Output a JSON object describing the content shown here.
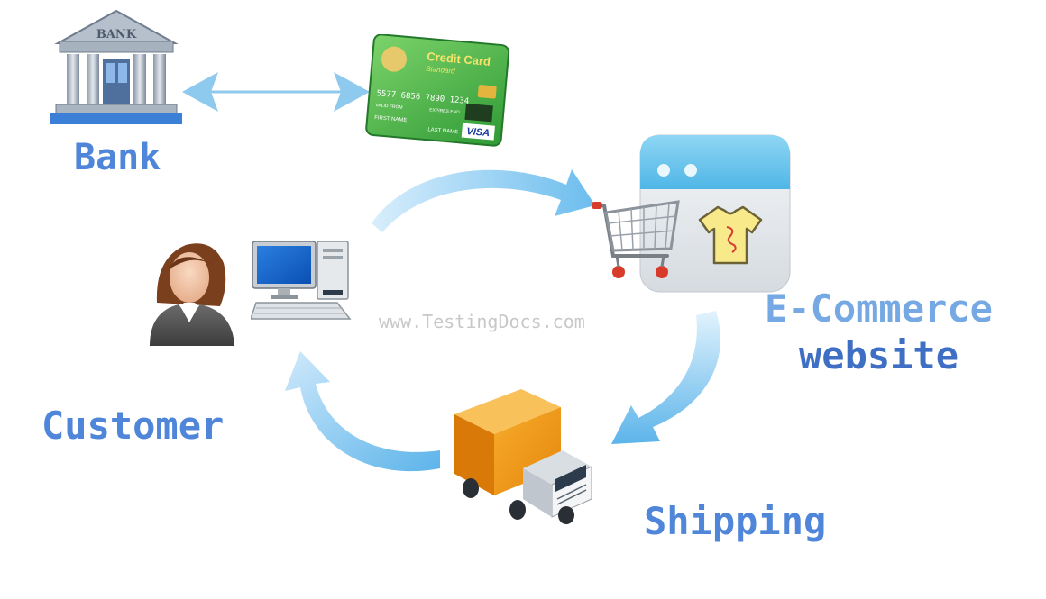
{
  "labels": {
    "bank": "Bank",
    "ecommerce_line1": "E-Commerce",
    "ecommerce_line2": "website",
    "customer": "Customer",
    "shipping": "Shipping"
  },
  "watermark": "www.TestingDocs.com",
  "bank_sign": "BANK",
  "credit_card": {
    "title": "Credit Card",
    "subtitle": "Standard",
    "number": "5577 6856 7890 1234",
    "valid_from_label": "VALID FROM",
    "expires_label": "EXPIRES END",
    "first_name_label": "FIRST NAME",
    "last_name_label": "LAST NAME",
    "brand": "VISA"
  },
  "icons": [
    "bank-icon",
    "credit-card-icon",
    "store-icon",
    "shopping-cart-icon",
    "tshirt-icon",
    "customer-avatar-icon",
    "desktop-computer-icon",
    "delivery-truck-icon"
  ],
  "colors": {
    "label_blue": "#4f86d9",
    "label_light_blue": "#76a9e4",
    "label_dark_blue": "#3e6fc4",
    "arrow_blue": "#7cc6f0",
    "card_green": "#3fae3f",
    "truck_orange": "#f29a12"
  }
}
